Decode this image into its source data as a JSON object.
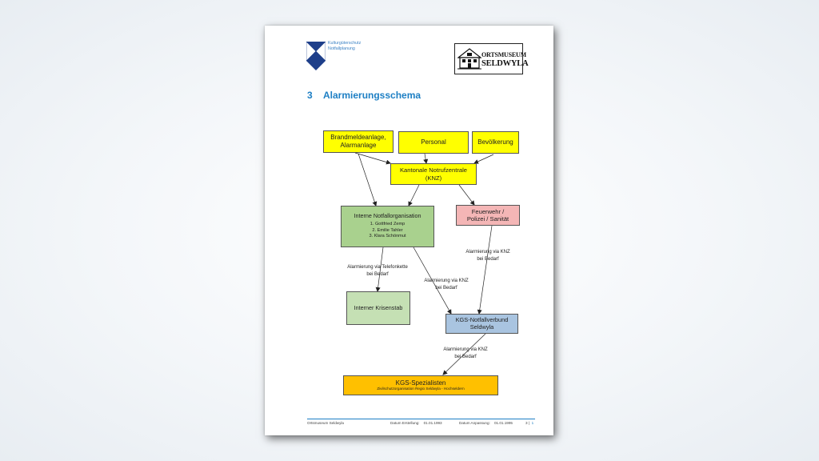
{
  "header": {
    "org_line1": "Kulturgüterschutz",
    "org_line2": "Notfallplanung",
    "museum_line1": "ORTSMUSEUM",
    "museum_line2": "SELDWYLA"
  },
  "section": {
    "number": "3",
    "title": "Alarmierungsschema"
  },
  "diagram": {
    "brand_line1": "Brandmeldeanlage,",
    "brand_line2": "Alarmanlage",
    "personal": "Personal",
    "bevoelkerung": "Bevölkerung",
    "knz_line1": "Kantonale Notrufzentrale",
    "knz_line2": "(KNZ)",
    "intern_title": "Interne Notfallorganisation",
    "intern_members": [
      "1.  Gottfried Zemp",
      "2.  Emilie Tahler",
      "3.  Klara Schönmut"
    ],
    "feuer_line1": "Feuerwehr /",
    "feuer_line2": "Polizei / Sanität",
    "krisenstab": "Interner Krisenstab",
    "kgs_line1": "KGS-Notfallverbund",
    "kgs_line2": "Seldwyla",
    "spez_title": "KGS-Spezialisten",
    "spez_sub": "Zivilschutzorganisation Regio Seldwyla - Hochseldern",
    "label_telefon_1": "Alarmierung via Telefonkette",
    "label_telefon_2": "bei Bedarf",
    "label_knz_a1": "Alarmierung via KNZ",
    "label_knz_a2": "bei Bedarf",
    "label_knz_b1": "Alarmierung via KNZ",
    "label_knz_b2": "bei Bedarf",
    "label_knz_c1": "Alarmierung via KNZ",
    "label_knz_c2": "bei Bedarf"
  },
  "footer": {
    "left": "Ortsmuseum Seldwyla",
    "erstellung_label": "Datum Erstellung:",
    "erstellung_value": "01.01.1993",
    "anpassung_label": "Datum Anpassung:",
    "anpassung_value": "01.01.1995",
    "page_section": "3",
    "page_num": "1"
  }
}
